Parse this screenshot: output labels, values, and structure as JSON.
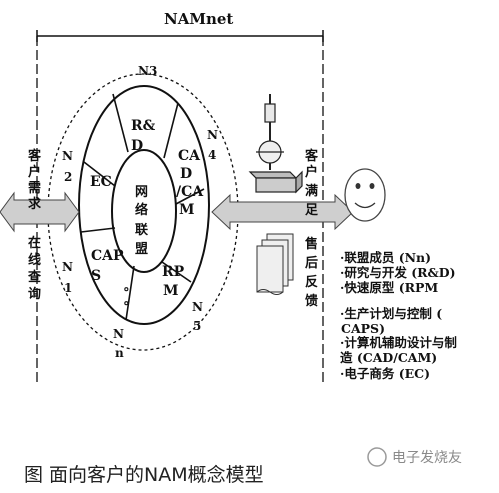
{
  "title": "NAMnet",
  "network_nodes": {
    "n3": "N3",
    "n4": [
      "N",
      "4"
    ],
    "n2": [
      "N",
      "2"
    ],
    "n1": [
      "N",
      "1"
    ],
    "n5": [
      "N",
      "5"
    ],
    "nn": [
      "N",
      "n"
    ]
  },
  "ring_segments": {
    "rd": [
      "R&",
      "D"
    ],
    "cadcam": [
      "CA",
      "D",
      "/CA",
      "M"
    ],
    "ec": "EC",
    "caps": [
      "CAP",
      "S"
    ],
    "rpm": [
      "RP",
      "M"
    ],
    "dots": [
      "。",
      "。"
    ]
  },
  "center": [
    "网",
    "络",
    "联",
    "盟"
  ],
  "left_labels": {
    "demand": [
      "客",
      "户",
      "需",
      "求"
    ],
    "online_query": [
      "在",
      "线",
      "查",
      "询"
    ]
  },
  "right_labels": {
    "satisfaction": [
      "客",
      "户",
      "满",
      "足"
    ],
    "after_sales": [
      "售",
      "后",
      "反",
      "馈"
    ]
  },
  "legend": [
    "·联盟成员 (Nn)",
    "·研究与开发 (R&D)",
    "·快速原型 (RPM",
    "·生产计划与控制 (",
    "CAPS)",
    "·计算机辅助设计与制",
    "造 (CAD/CAM)",
    "·电子商务 (EC)"
  ],
  "caption": "图  面向客户的NAM概念模型",
  "watermark": "电子发烧友"
}
